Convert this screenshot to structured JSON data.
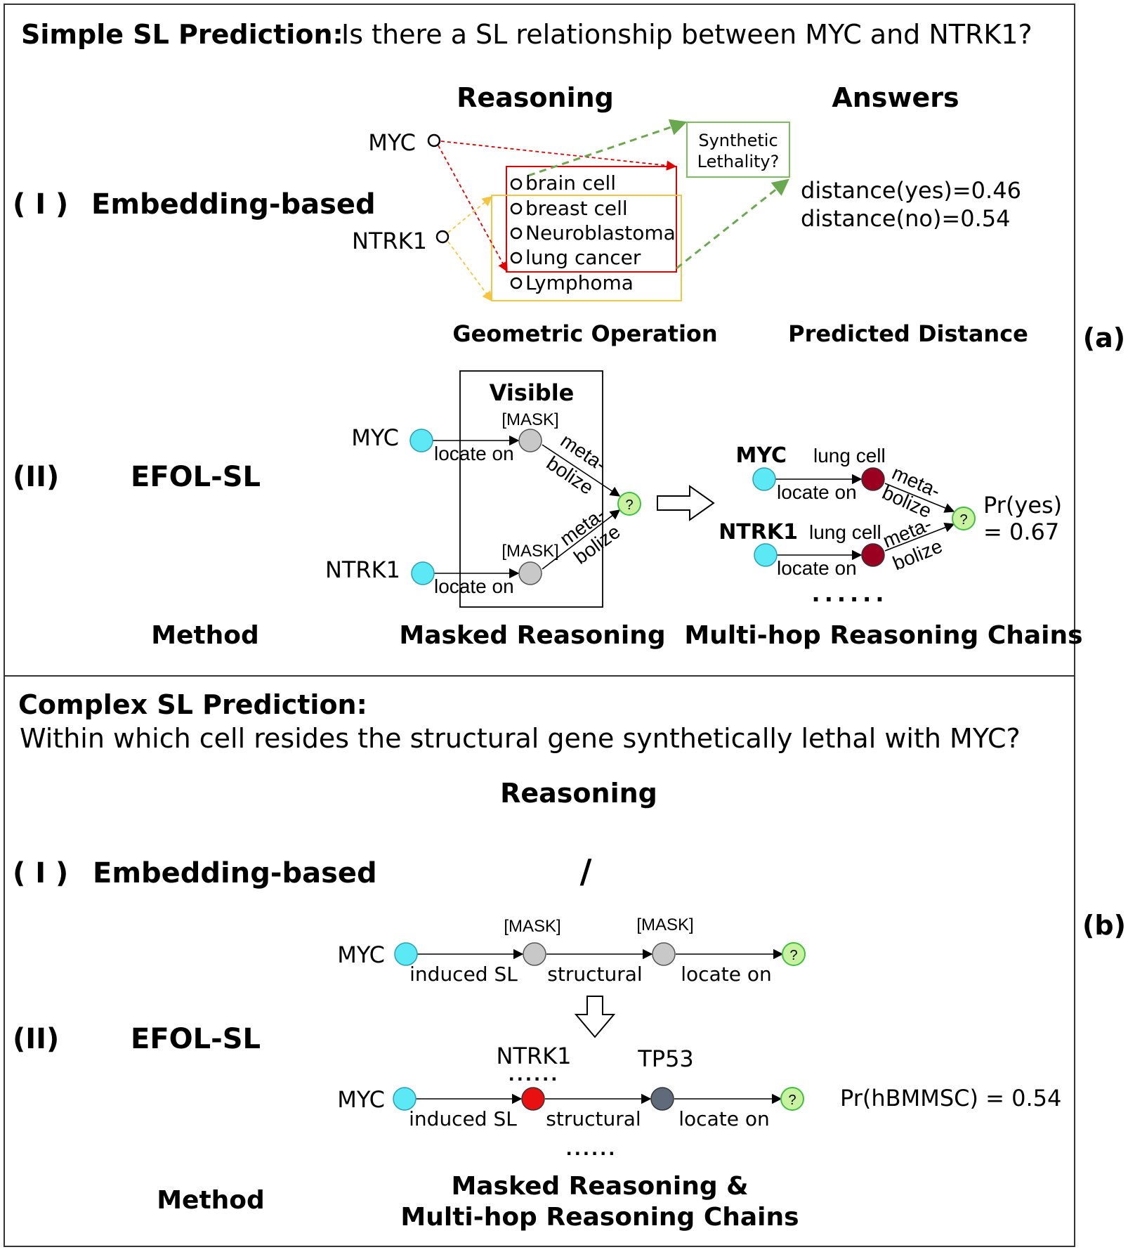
{
  "colors": {
    "red": "#e00000",
    "yellow": "#f5c542",
    "green_dash": "#6aa84f",
    "green_box": "#79c05a",
    "cyan": "#5ce8f5",
    "gray": "#c8c8c8",
    "dark_red": "#9b0020",
    "bright_red": "#e81010",
    "slate": "#5f6b7a",
    "answer": "#c8f2a0"
  },
  "panel_a": {
    "question_label": "Simple SL Prediction:",
    "question": "Is there a SL relationship between MYC and NTRK1?",
    "reasoning_header": "Reasoning",
    "answers_header": "Answers",
    "tag": "(a)",
    "row1": {
      "index": "( I )",
      "method": "Embedding-based",
      "gene1": "MYC",
      "gene2": "NTRK1",
      "entities": [
        "brain cell",
        "breast cell",
        "Neuroblastoma",
        "lung cancer",
        "Lymphoma"
      ],
      "query_box": [
        "Synthetic",
        "Lethality?"
      ],
      "answers": [
        "distance(yes)=0.46",
        "distance(no)=0.54"
      ],
      "caption_mid": "Geometric Operation",
      "caption_right": "Predicted Distance"
    },
    "row2": {
      "index": "(II)",
      "method": "EFOL-SL",
      "visible_label": "Visible",
      "gene1": "MYC",
      "gene2": "NTRK1",
      "mask": "[MASK]",
      "rel_locate": "locate on",
      "rel_meta1": "meta-",
      "rel_meta2": "bolize",
      "query": "?",
      "chain_gene1": "MYC",
      "chain_gene2": "NTRK1",
      "chain_entity": "lung cell",
      "result_line1": "Pr(yes)",
      "result_line2": "= 0.67",
      "dots": "......",
      "caption_left": "Method",
      "caption_mid": "Masked Reasoning",
      "caption_right": "Multi-hop Reasoning Chains"
    }
  },
  "panel_b": {
    "question_label": "Complex SL Prediction:",
    "question": "Within which cell resides the structural gene synthetically lethal with MYC?",
    "reasoning_header": "Reasoning",
    "tag": "(b)",
    "row1": {
      "index": "( I )",
      "method": "Embedding-based",
      "slash": "/"
    },
    "row2": {
      "index": "(II)",
      "method": "EFOL-SL",
      "gene": "MYC",
      "mask": "[MASK]",
      "rel1": "induced SL",
      "rel2": "structural",
      "rel3": "locate on",
      "query": "?",
      "node2": "NTRK1",
      "node3": "TP53",
      "dots": "......",
      "result": "Pr(hBMMSC) = 0.54"
    },
    "caption_left": "Method",
    "caption_mid1": "Masked Reasoning &",
    "caption_mid2": "Multi-hop Reasoning Chains"
  }
}
